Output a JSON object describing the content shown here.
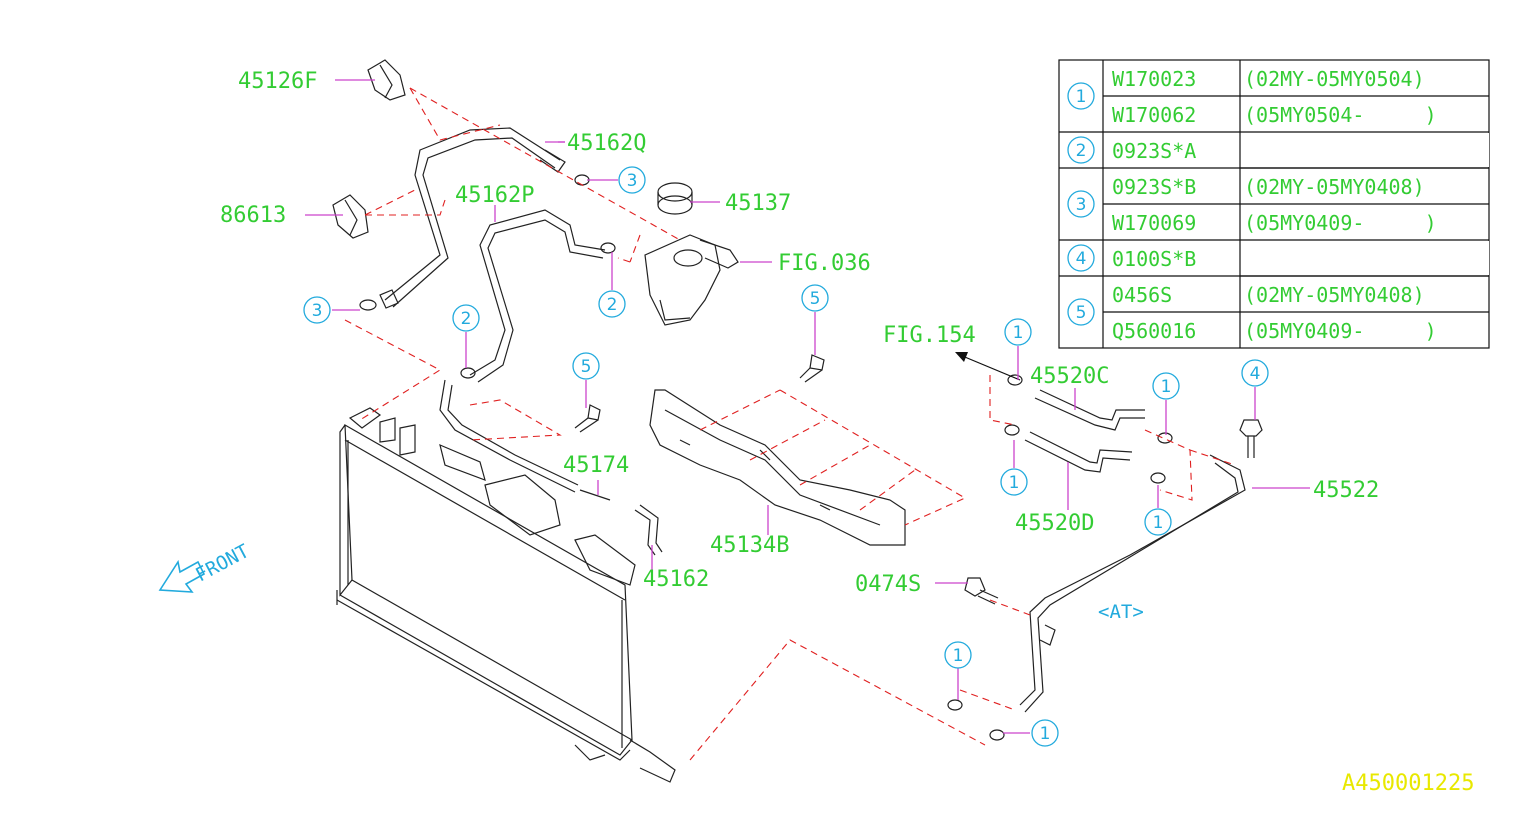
{
  "parts": {
    "p45126F": "45126F",
    "p45162Q": "45162Q",
    "p86613": "86613",
    "p45162P": "45162P",
    "p45137": "45137",
    "fig036": "FIG.036",
    "p45174": "45174",
    "p45162": "45162",
    "p45134B": "45134B",
    "fig154": "FIG.154",
    "p45520C": "45520C",
    "p45520D": "45520D",
    "p45522": "45522",
    "p0474S": "0474S",
    "at": "<AT>",
    "front": "FRONT"
  },
  "callouts": {
    "c1": "1",
    "c2": "2",
    "c3": "3",
    "c4": "4",
    "c5": "5"
  },
  "table": {
    "rows": [
      {
        "ref": "1",
        "part": "W170023",
        "range": "(02MY-05MY0504)"
      },
      {
        "ref": "",
        "part": "W170062",
        "range": "(05MY0504-     )"
      },
      {
        "ref": "2",
        "part": "0923S*A",
        "range": ""
      },
      {
        "ref": "3",
        "part": "0923S*B",
        "range": "(02MY-05MY0408)"
      },
      {
        "ref": "",
        "part": "W170069",
        "range": "(05MY0409-     )"
      },
      {
        "ref": "4",
        "part": "0100S*B",
        "range": ""
      },
      {
        "ref": "5",
        "part": "0456S",
        "range": "(02MY-05MY0408)"
      },
      {
        "ref": "",
        "part": "Q560016",
        "range": "(05MY0409-     )"
      }
    ]
  },
  "drawing_id": "A450001225",
  "colors": {
    "label": "#33cc33",
    "callout": "#22aadd",
    "leader": "#cc44cc",
    "dashed": "#e02020",
    "drawing_id": "#e8e800"
  }
}
